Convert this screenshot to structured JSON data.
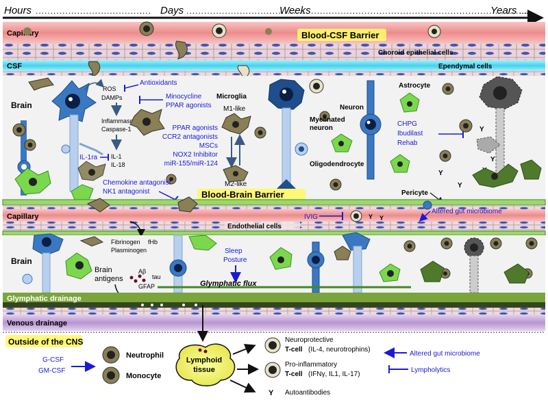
{
  "timeline": {
    "hours": "Hours",
    "days": "Days",
    "weeks": "Weeks",
    "years": "Years"
  },
  "regions": {
    "capillary_top": "Capillary",
    "blood_csf_barrier": "Blood-CSF Barrier",
    "choroid_epithelial": "Choroid epithelial cells",
    "csf": "CSF",
    "ependymal": "Ependymal cells",
    "brain_top": "Brain",
    "blood_brain_barrier": "Blood-Brain Barrier",
    "capillary_mid": "Capillary",
    "endothelial": "Endothelial cells",
    "brain_bottom": "Brain",
    "glymphatic_drainage": "Glymphatic drainage",
    "venous_drainage": "Venous drainage",
    "outside_cns": "Outside of the CNS"
  },
  "inflammation": {
    "antioxidants": "Antioxidants",
    "ros": "ROS",
    "damps": "DAMPs",
    "minocycline": "Minocycline",
    "ppar_agonists": "PPAR agonists",
    "inflammasome": "Inflammasome",
    "caspase": "Caspase-1",
    "il1ra": "IL-1ra",
    "il1": "IL-1",
    "il18": "IL-18",
    "chemokine_antagonist": "Chemokine antagonist",
    "nk1_antagonist": "NK1 antagonist"
  },
  "microglia": {
    "title": "Microglia",
    "m1": "M1-like",
    "m2": "M2-like",
    "therapies": [
      "PPAR agonists",
      "CCR2 antagonists",
      "MSCs",
      "NOX2 Inhibitor",
      "miR-155/miR-124"
    ]
  },
  "cells": {
    "myelinated_1": "Myelinated",
    "myelinated_2": "neuron",
    "oligodendrocyte": "Oligodendrocyte",
    "neuron": "Neuron",
    "astrocyte": "Astrocyte",
    "pericyte": "Pericyte"
  },
  "astro_therapies": [
    "CHPG",
    "Ibudilast",
    "Rehab"
  ],
  "ivig": "IVIG",
  "gut_microbiome_top": "Altered gut microbiome",
  "coagulation": {
    "fibrinogen": "Fibrinogen",
    "fhb": "fHb",
    "plasminogen": "Plasminogen"
  },
  "antigens": {
    "brain_1": "Brain",
    "brain_2": "antigens",
    "abeta": "Aβ",
    "tau": "tau",
    "gfap": "GFAP"
  },
  "sleep": {
    "sleep": "Sleep",
    "posture": "Posture",
    "flux": "Glymphatic flux"
  },
  "outside": {
    "gcsf": "G-CSF",
    "gmcsf": "GM-CSF",
    "neutrophil": "Neutrophil",
    "monocyte": "Monocyte",
    "lymphoid_1": "Lymphoid",
    "lymphoid_2": "tissue",
    "neuroprotective": "Neuroprotective",
    "tcell_a": "T-cell",
    "tcell_a_detail": "(IL-4, neurotrophins)",
    "proinflammatory": "Pro-inflammatory",
    "tcell_b": "T-cell",
    "tcell_b_detail": "(IFNγ, IL1, IL-17)",
    "antibody_symbol": "Y",
    "autoantibodies": "Autoantibodies",
    "gut_microbiome": "Altered gut microbiome",
    "lympholytics": "Lympholytics"
  },
  "colors": {
    "capillary": "#f1a0a0",
    "csf": "#5fd8ef",
    "epithelial": "#e9c9cf",
    "astrocyte": "#7bd84d",
    "neuron_blue": "#3a78c2",
    "microglia": "#7a7248",
    "glymphatic": "#7aa43c",
    "venous": "#c2a6d6",
    "therapy_text": "#1a1ad6"
  }
}
